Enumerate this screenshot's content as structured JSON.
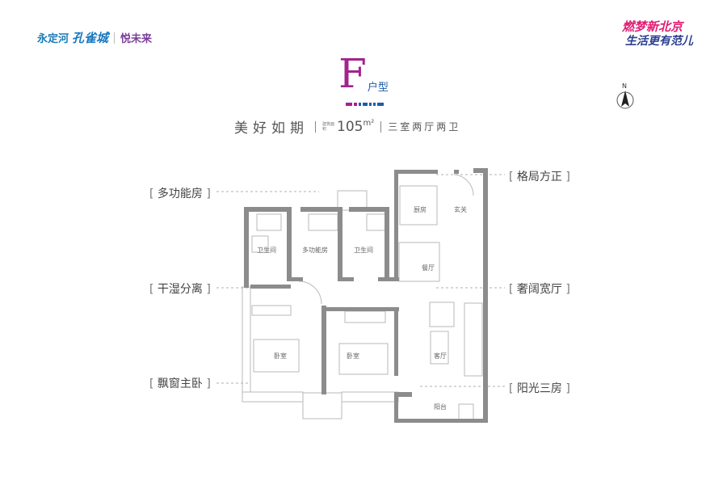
{
  "logo_left": {
    "part1": "永定河",
    "part2": "孔雀城",
    "part3": "悦未来"
  },
  "logo_right": {
    "line1": "燃梦新北京",
    "line2": "生活更有范儿"
  },
  "compass_label": "N",
  "unit_type": {
    "letter": "F",
    "label": "户型"
  },
  "spec": {
    "name": "美好如期",
    "area_label": "建筑面积",
    "area_value": "105",
    "area_unit": "m²",
    "rooms": "三室两厅两卫"
  },
  "callouts": {
    "multi_room": "多功能房",
    "dry_wet": "干湿分离",
    "bay_master": "飘窗主卧",
    "layout": "格局方正",
    "living": "奢阔宽厅",
    "sunny": "阳光三房"
  },
  "rooms": {
    "kitchen": "厨房",
    "entry": "玄关",
    "bath1": "卫生间",
    "multi": "多功能房",
    "bath2": "卫生间",
    "dining": "餐厅",
    "bed1": "卧室",
    "bed2": "卧室",
    "living": "客厅",
    "balcony": "阳台"
  },
  "colors": {
    "brand_purple": "#a3238e",
    "brand_blue": "#1e5ca8",
    "wall": "#8c8c8c"
  }
}
